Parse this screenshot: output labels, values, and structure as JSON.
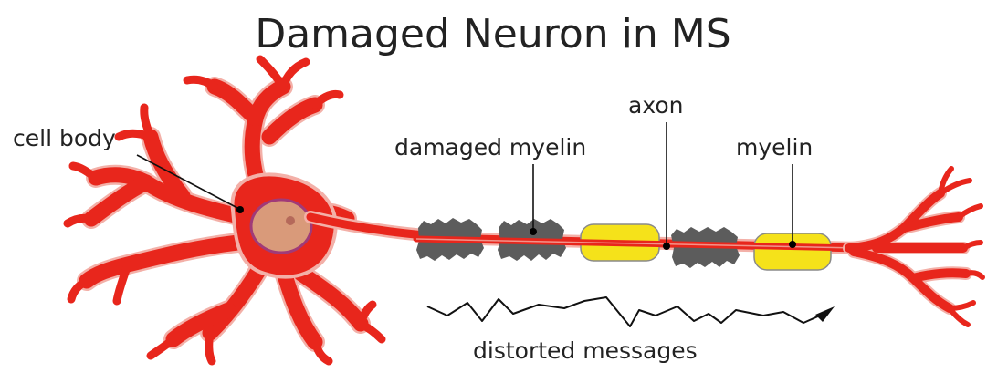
{
  "title": "Damaged Neuron in MS",
  "labels": {
    "cell_body": "cell body",
    "damaged_myelin": "damaged myelin",
    "axon": "axon",
    "myelin": "myelin",
    "distorted_messages": "distorted messages"
  },
  "colors": {
    "neuron": "#e8261c",
    "neuron_outline": "#f3b0a8",
    "nucleus": "#d99a7a",
    "nucleus_outline": "#a03a78",
    "myelin": "#f5e21a",
    "damaged_myelin": "#5c5c5c",
    "text": "#222222"
  },
  "icons": [
    "arrow-icon"
  ]
}
